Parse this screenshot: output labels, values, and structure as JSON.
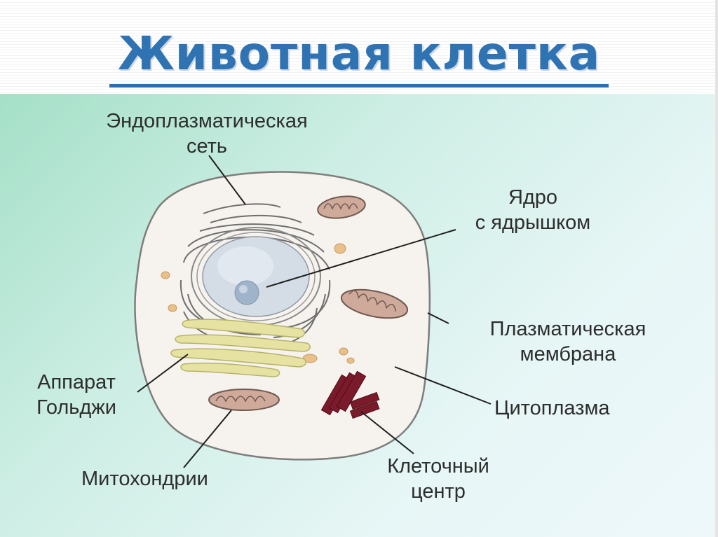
{
  "title": "Животная клетка",
  "labels": {
    "er_line1": "Эндоплазматическая",
    "er_line2": "сеть",
    "nucleus_line1": "Ядро",
    "nucleus_line2": "с ядрышком",
    "membrane_line1": "Плазматическая",
    "membrane_line2": "мембрана",
    "cytoplasm": "Цитоплазма",
    "golgi_line1": "Аппарат",
    "golgi_line2": "Гольджи",
    "mitochondria": "Митохондрии",
    "centrosome_line1": "Клеточный",
    "centrosome_line2": "центр"
  },
  "colors": {
    "title": "#2f73b3",
    "cell_fill": "#f6f3ee",
    "nucleus": "#d4dde6",
    "nucleolus": "#9fb4c8",
    "golgi": "#e6e3a2",
    "mitochondria": "#cfa99a",
    "centrosome": "#7a1a2a",
    "granules": "#e8c08a"
  }
}
